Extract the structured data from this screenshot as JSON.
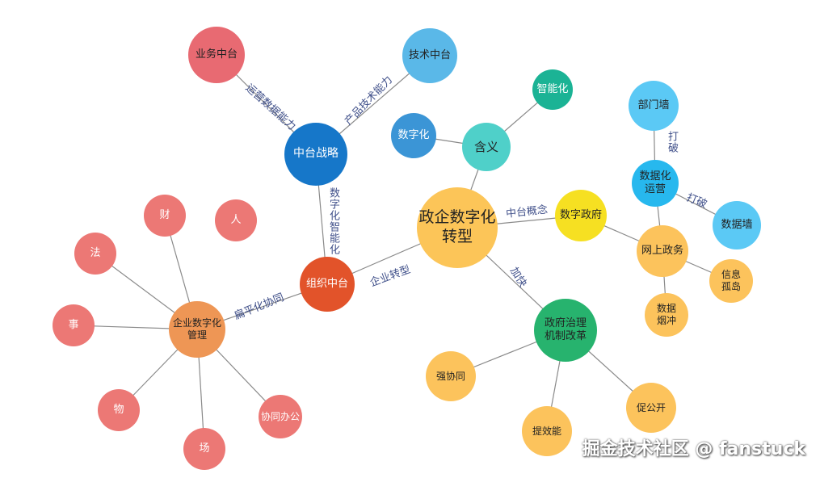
{
  "diagram": {
    "nodes": {
      "center": {
        "label": "政企数字化\n转型",
        "color": "#fcc558"
      },
      "hanyi": {
        "label": "含义",
        "color": "#4fd0c9"
      },
      "shuzihua": {
        "label": "数字化",
        "color": "#3b95d6"
      },
      "zhinenghua": {
        "label": "智能化",
        "color": "#1bb395"
      },
      "zhongtai_zhanlue": {
        "label": "中台战略",
        "color": "#1677c9"
      },
      "yewu_zhongtai": {
        "label": "业务中台",
        "color": "#e86a72"
      },
      "jishu_zhongtai": {
        "label": "技术中台",
        "color": "#5ab8e8"
      },
      "zuzhi_zhongtai": {
        "label": "组织中台",
        "color": "#e2532a"
      },
      "qiye_guanli": {
        "label": "企业数字化\n管理",
        "color": "#ee9655"
      },
      "cai": {
        "label": "财",
        "color": "#ec7875"
      },
      "ren": {
        "label": "人",
        "color": "#ec7875"
      },
      "fa": {
        "label": "法",
        "color": "#ec7875"
      },
      "shi": {
        "label": "事",
        "color": "#ec7875"
      },
      "wu": {
        "label": "物",
        "color": "#ec7875"
      },
      "chang": {
        "label": "场",
        "color": "#ec7875"
      },
      "xietong": {
        "label": "协同办公",
        "color": "#ec7875"
      },
      "shuzi_zhengfu": {
        "label": "数字政府",
        "color": "#f6e022"
      },
      "wangshang_zhengwu": {
        "label": "网上政务",
        "color": "#fcc35c"
      },
      "shujuhua_yunying": {
        "label": "数据化\n运营",
        "color": "#27b8ee"
      },
      "bumenqiang": {
        "label": "部门墙",
        "color": "#5bc9f5"
      },
      "shujuqiang": {
        "label": "数据墙",
        "color": "#5bc9f5"
      },
      "xinxi_gudao": {
        "label": "信息\n孤岛",
        "color": "#fcc35c"
      },
      "shuju_yanchong": {
        "label": "数据\n烟冲",
        "color": "#fcc35c"
      },
      "zhengfu_zhili": {
        "label": "政府治理\n机制改革",
        "color": "#27b36e"
      },
      "qiang_xietong": {
        "label": "强协同",
        "color": "#fcc35c"
      },
      "tixiaoneng": {
        "label": "提效能",
        "color": "#fcc35c"
      },
      "cu_gongkai": {
        "label": "促公开",
        "color": "#fcc35c"
      }
    },
    "edge_labels": {
      "yunying_shuju_nengli": "运营数据能力",
      "chanpin_jishu_nengli": "产品技术能力",
      "shuzihua_zhinenghua": "数字化智能化",
      "qiye_zhuanxing": "企业转型",
      "bianpinghua_xietong": "扁平化协同",
      "zhongtai_gainian": "中台概念",
      "jiakuai": "加快",
      "dapo_1": "打破",
      "dapo_2": "打破"
    },
    "edge_color": "#8a8a8a"
  },
  "watermark": "掘金技术社区 @ fanstuck"
}
